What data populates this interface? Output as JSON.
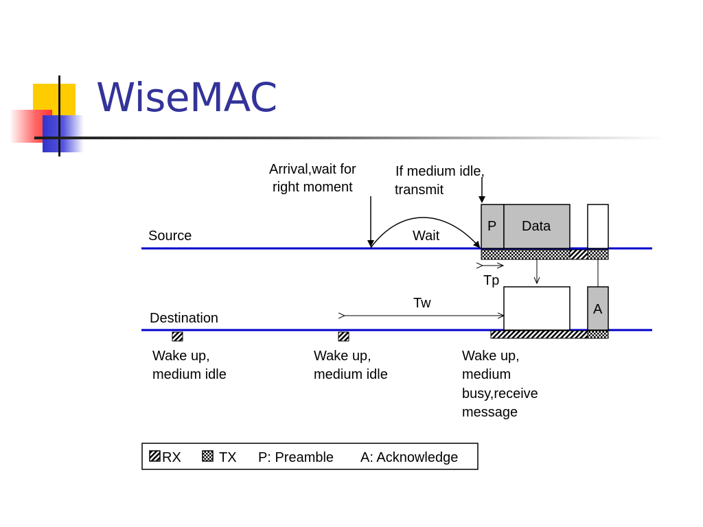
{
  "slide": {
    "title": "WiseMAC"
  },
  "diagram": {
    "labels": {
      "source": "Source",
      "destination": "Destination",
      "arrival_line1": "Arrival,wait for",
      "arrival_line2": "right moment",
      "idle_line1": "If medium idle,",
      "idle_line2": "transmit",
      "wait": "Wait",
      "preamble_box": "P",
      "data_box": "Data",
      "ack_box": "A",
      "tp": "Tp",
      "tw": "Tw",
      "wake1_line1": "Wake up,",
      "wake1_line2": "medium idle",
      "wake2_line1": "Wake up,",
      "wake2_line2": "medium idle",
      "wake3_line1": "Wake up,",
      "wake3_line2": "medium",
      "wake3_line3": "busy,receive",
      "wake3_line4": "message"
    },
    "legend": {
      "rx": "RX",
      "tx": "TX",
      "preamble": "P: Preamble",
      "acknowledge": "A: Acknowledge"
    },
    "colors": {
      "timeline": "#0000cc",
      "box_fill": "#c0c0c0",
      "title": "#333399"
    }
  }
}
